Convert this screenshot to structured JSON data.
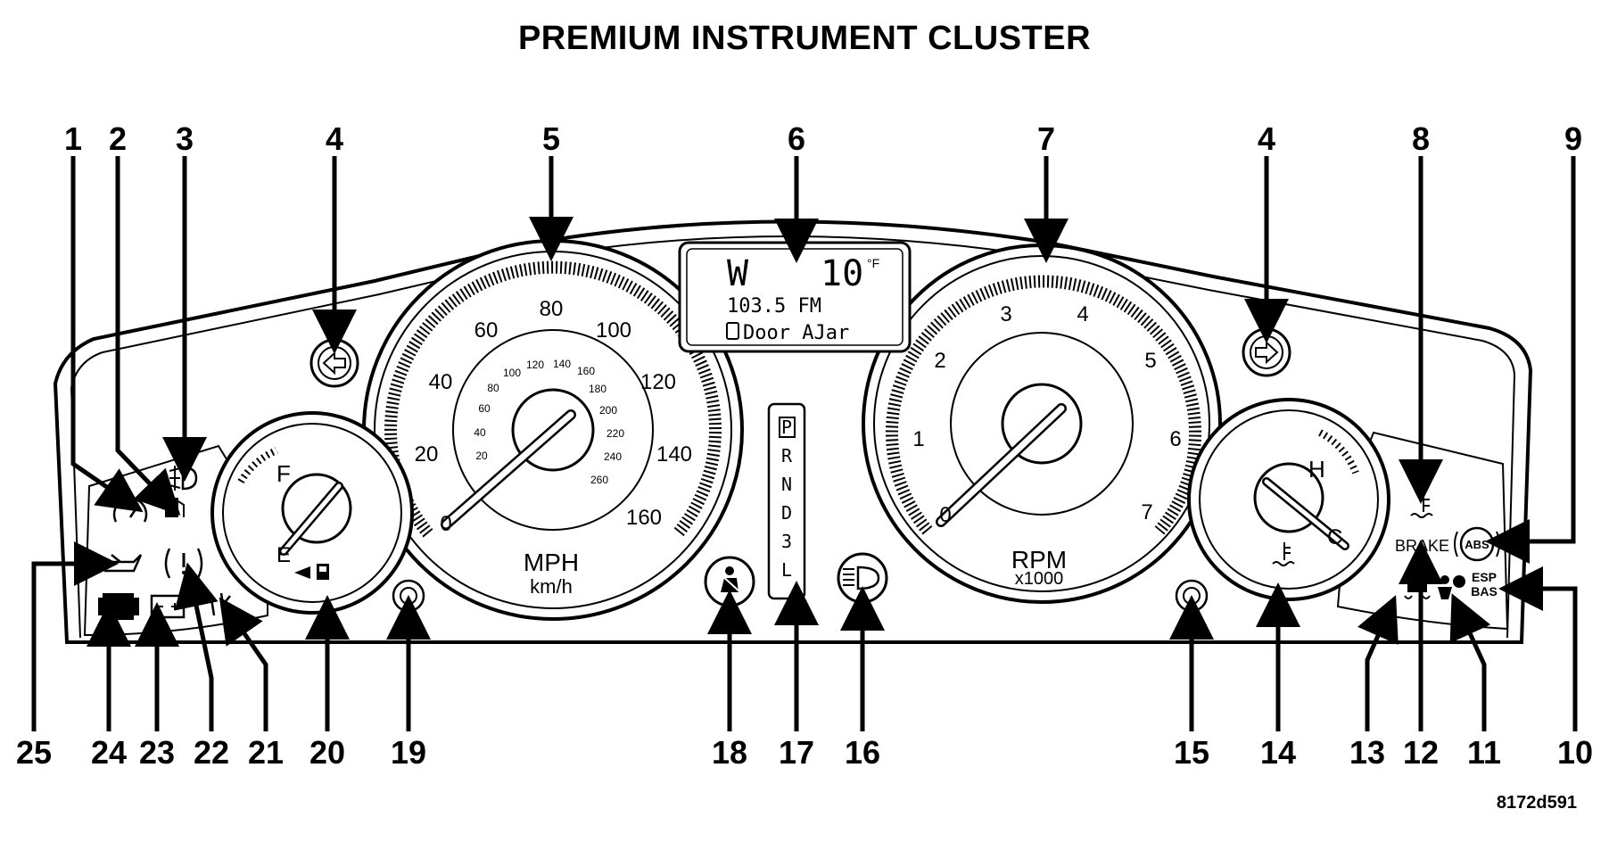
{
  "title": "PREMIUM INSTRUMENT CLUSTER",
  "figure_code": "8172d591",
  "callouts": [
    "1",
    "2",
    "3",
    "4",
    "5",
    "6",
    "7",
    "8",
    "9",
    "10",
    "11",
    "12",
    "13",
    "14",
    "15",
    "16",
    "17",
    "18",
    "19",
    "20",
    "21",
    "22",
    "23",
    "24",
    "25"
  ],
  "display": {
    "compass": "W",
    "temperature": "10",
    "temp_unit": "°F",
    "radio": "103.5 FM",
    "message": "Door AJar"
  },
  "speedometer": {
    "mph_ticks": [
      "0",
      "20",
      "40",
      "60",
      "80",
      "100",
      "120",
      "140",
      "160"
    ],
    "kmh_ticks": [
      "20",
      "40",
      "60",
      "80",
      "100",
      "120",
      "140",
      "160",
      "180",
      "200",
      "220",
      "240",
      "260"
    ],
    "label": "MPH",
    "sublabel": "km/h"
  },
  "tachometer": {
    "ticks": [
      "0",
      "1",
      "2",
      "3",
      "4",
      "5",
      "6",
      "7"
    ],
    "label": "RPM",
    "sublabel": "x1000"
  },
  "fuel_gauge": {
    "full": "F",
    "empty": "E"
  },
  "temp_gauge": {
    "hot": "H",
    "cold": "C"
  },
  "gear_selector": [
    "P",
    "R",
    "N",
    "D",
    "3",
    "L"
  ],
  "warning_labels": {
    "brake": "BRAKE",
    "abs": "ABS",
    "esp": "ESP",
    "bas": "BAS"
  }
}
